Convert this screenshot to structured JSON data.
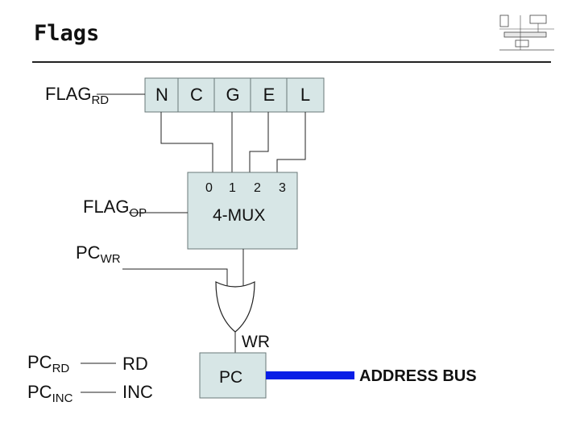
{
  "title": "Flags",
  "flags_register": {
    "input_label": "FLAG",
    "input_sub": "RD",
    "cells": [
      "N",
      "C",
      "G",
      "E",
      "L"
    ]
  },
  "mux": {
    "label": "4-MUX",
    "select_label": "FLAG",
    "select_sub": "OP",
    "inputs": [
      "0",
      "1",
      "2",
      "3"
    ]
  },
  "pc_write": {
    "label": "PC",
    "sub": "WR"
  },
  "or_gate": {
    "output_label": "WR"
  },
  "pc_register": {
    "label": "PC",
    "controls": [
      {
        "signal": "PC",
        "signal_sub": "RD",
        "name": "RD"
      },
      {
        "signal": "PC",
        "signal_sub": "INC",
        "name": "INC"
      }
    ]
  },
  "address_bus": {
    "label": "ADDRESS BUS",
    "color": "#0a1ee6"
  },
  "colors": {
    "box_fill": "#d7e6e6",
    "box_stroke": "#6a7878"
  }
}
